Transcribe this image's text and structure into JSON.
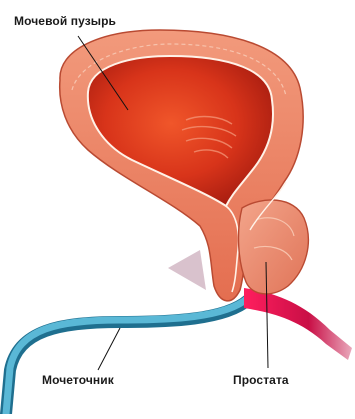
{
  "labels": {
    "bladder": "Мочевой пузырь",
    "ureter": "Мочеточник",
    "prostate": "Простата"
  },
  "colors": {
    "bladder_outer": "#e87a5a",
    "bladder_inner": "#d4331b",
    "prostate": "#e9886c",
    "urethra": "#e0104a",
    "ureter": "#3a9fbf"
  }
}
